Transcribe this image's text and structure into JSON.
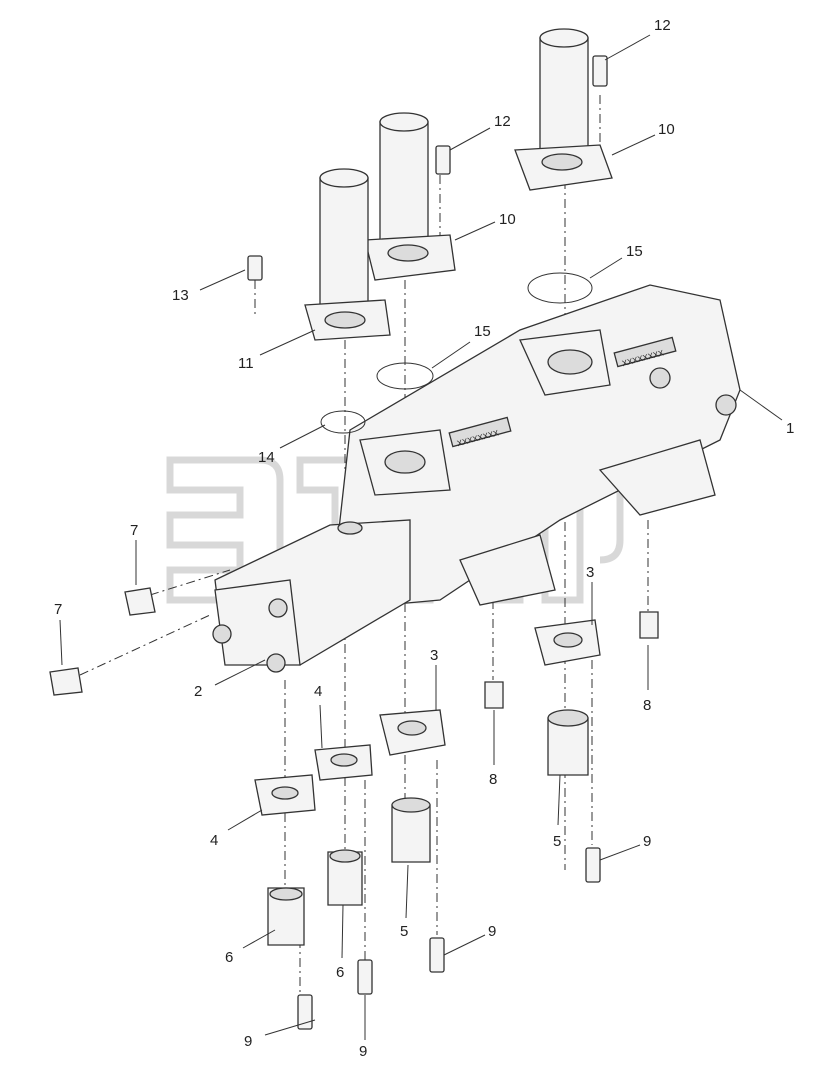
{
  "diagram": {
    "callouts": [
      {
        "id": "c1",
        "label": "1"
      },
      {
        "id": "c2",
        "label": "2"
      },
      {
        "id": "c3a",
        "label": "3"
      },
      {
        "id": "c3b",
        "label": "3"
      },
      {
        "id": "c4a",
        "label": "4"
      },
      {
        "id": "c4b",
        "label": "4"
      },
      {
        "id": "c5a",
        "label": "5"
      },
      {
        "id": "c5b",
        "label": "5"
      },
      {
        "id": "c6a",
        "label": "6"
      },
      {
        "id": "c6b",
        "label": "6"
      },
      {
        "id": "c7a",
        "label": "7"
      },
      {
        "id": "c7b",
        "label": "7"
      },
      {
        "id": "c8a",
        "label": "8"
      },
      {
        "id": "c8b",
        "label": "8"
      },
      {
        "id": "c9a",
        "label": "9"
      },
      {
        "id": "c9b",
        "label": "9"
      },
      {
        "id": "c9c",
        "label": "9"
      },
      {
        "id": "c9d",
        "label": "9"
      },
      {
        "id": "c10a",
        "label": "10"
      },
      {
        "id": "c10b",
        "label": "10"
      },
      {
        "id": "c11",
        "label": "11"
      },
      {
        "id": "c12a",
        "label": "12"
      },
      {
        "id": "c12b",
        "label": "12"
      },
      {
        "id": "c13",
        "label": "13"
      },
      {
        "id": "c14",
        "label": "14"
      },
      {
        "id": "c15a",
        "label": "15"
      },
      {
        "id": "c15b",
        "label": "15"
      }
    ],
    "pump_marking": "XXXXXXXX",
    "watermark": {
      "mark": "TM"
    }
  }
}
